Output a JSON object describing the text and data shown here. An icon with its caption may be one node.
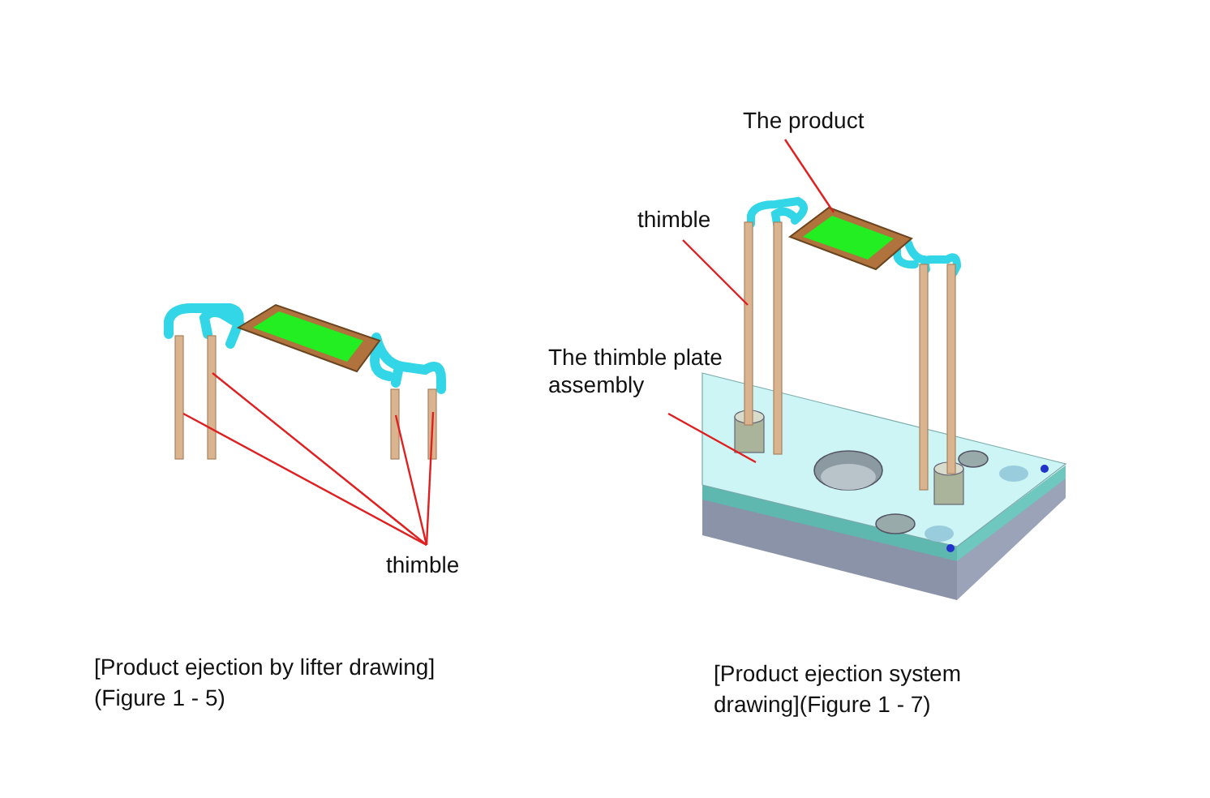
{
  "diagram": {
    "nodes": [
      {
        "text": [
          "thimble"
        ]
      },
      {
        "text": [],
        "shape": "bar"
      },
      {
        "text": [],
        "shape": "bar"
      },
      {
        "text": [],
        "shape": "bar"
      },
      {
        "text": [],
        "shape": "bar"
      },
      {
        "text": [
          "The product"
        ]
      },
      {
        "text": [],
        "shape": "picture"
      },
      {
        "text": [
          "thimble"
        ]
      },
      {
        "text": [],
        "shape": "bar"
      },
      {
        "text": [
          "The thimble plate assembly"
        ]
      },
      {
        "text": [],
        "shape": "box"
      }
    ],
    "edges": [
      {
        "from": 0,
        "to": 1,
        "arrow": "none",
        "color": "#e02020"
      },
      {
        "from": 0,
        "to": 2,
        "arrow": "none",
        "color": "#e02020"
      },
      {
        "from": 0,
        "to": 3,
        "arrow": "none",
        "color": "#e02020"
      },
      {
        "from": 0,
        "to": 4,
        "arrow": "none",
        "color": "#e02020"
      },
      {
        "from": 5,
        "to": 6,
        "arrow": "none",
        "color": "#e02020"
      },
      {
        "from": 7,
        "to": 8,
        "arrow": "none",
        "color": "#e02020"
      },
      {
        "from": 9,
        "to": 10,
        "arrow": "none",
        "color": "#e02020"
      }
    ],
    "labels": [
      "[Product ejection by lifter drawing](Figure 1 - 5)",
      "[Product ejection system drawing](Figure 1 - 7)"
    ]
  }
}
